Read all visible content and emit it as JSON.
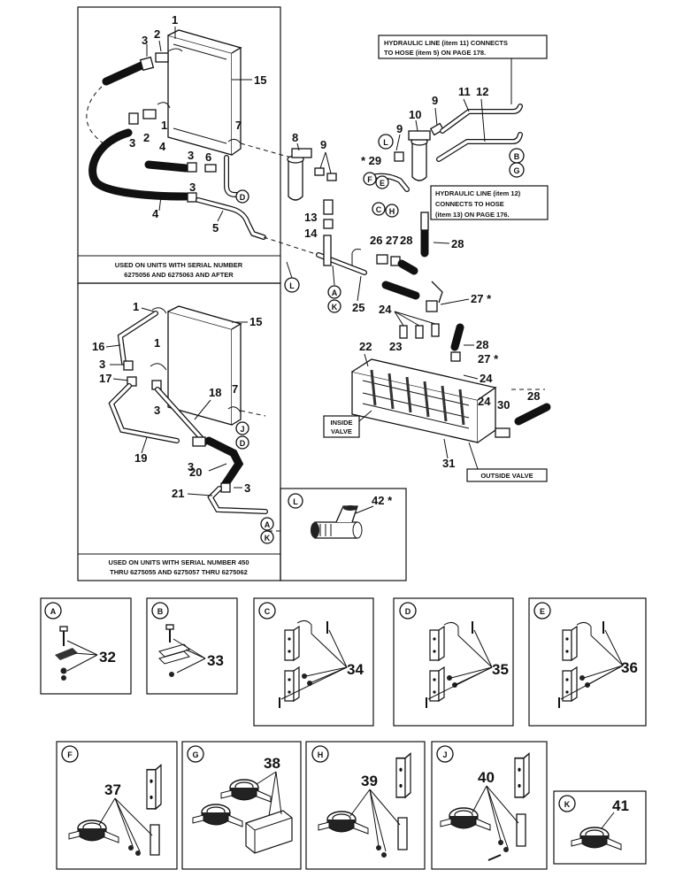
{
  "callouts": {
    "n1a": "1",
    "n1b": "1",
    "n2a": "2",
    "n2b": "2",
    "n3a": "3",
    "n3b": "3",
    "n3c": "3",
    "n3d": "3",
    "n4a": "4",
    "n4b": "4",
    "n5": "5",
    "n6": "6",
    "n7a": "7",
    "n8": "8",
    "n9a": "9",
    "n9b": "9",
    "n10": "10",
    "n11": "11",
    "n12": "12",
    "n13": "13",
    "n14": "14",
    "n15a": "15",
    "n15b": "15",
    "n22": "22",
    "n23": "23",
    "n24a": "24",
    "n24b": "24",
    "n24c": "24",
    "n25": "25",
    "n26": "26",
    "n27a": "27",
    "n27b": "27 *",
    "n27c": "27 *",
    "n28a": "28",
    "n28b": "28",
    "n28c": "28",
    "n28d": "28",
    "n29": "* 29",
    "n30": "30",
    "n31": "31",
    "n1c": "1",
    "n1d": "1",
    "n16": "16",
    "n17": "17",
    "n3e": "3",
    "n3f": "3",
    "n3g": "3",
    "n3h": "3",
    "n18": "18",
    "n7b": "7",
    "n19": "19",
    "n20": "20",
    "n21": "21",
    "n42": "42 *"
  },
  "letters": {
    "A": "A",
    "B": "B",
    "C": "C",
    "D": "D",
    "E": "E",
    "F": "F",
    "G": "G",
    "H": "H",
    "J": "J",
    "K": "K",
    "L": "L"
  },
  "notes": {
    "hyd11_line1": "HYDRAULIC LINE (item 11) CONNECTS",
    "hyd11_line2": "TO HOSE (item 5) ON PAGE  178.",
    "hyd12_line1": "HYDRAULIC LINE (item 12)",
    "hyd12_line2": "CONNECTS TO HOSE",
    "hyd12_line3": "(item 13) ON PAGE 176.",
    "inside_valve_1": "INSIDE",
    "inside_valve_2": "VALVE",
    "outside_valve": "OUTSIDE VALVE",
    "top_caption_1": "USED ON UNITS WITH SERIAL NUMBER",
    "top_caption_2": "6275056 AND 6275063 AND AFTER",
    "bottom_caption_1": "USED ON UNITS WITH SERIAL NUMBER 450",
    "bottom_caption_2": "THRU 6275055 AND 6275057 THRU 6275062"
  },
  "details": [
    {
      "letter": "A",
      "part": "32"
    },
    {
      "letter": "B",
      "part": "33"
    },
    {
      "letter": "C",
      "part": "34"
    },
    {
      "letter": "D",
      "part": "35"
    },
    {
      "letter": "E",
      "part": "36"
    },
    {
      "letter": "F",
      "part": "37"
    },
    {
      "letter": "G",
      "part": "38"
    },
    {
      "letter": "H",
      "part": "39"
    },
    {
      "letter": "J",
      "part": "40"
    },
    {
      "letter": "K",
      "part": "41"
    }
  ]
}
